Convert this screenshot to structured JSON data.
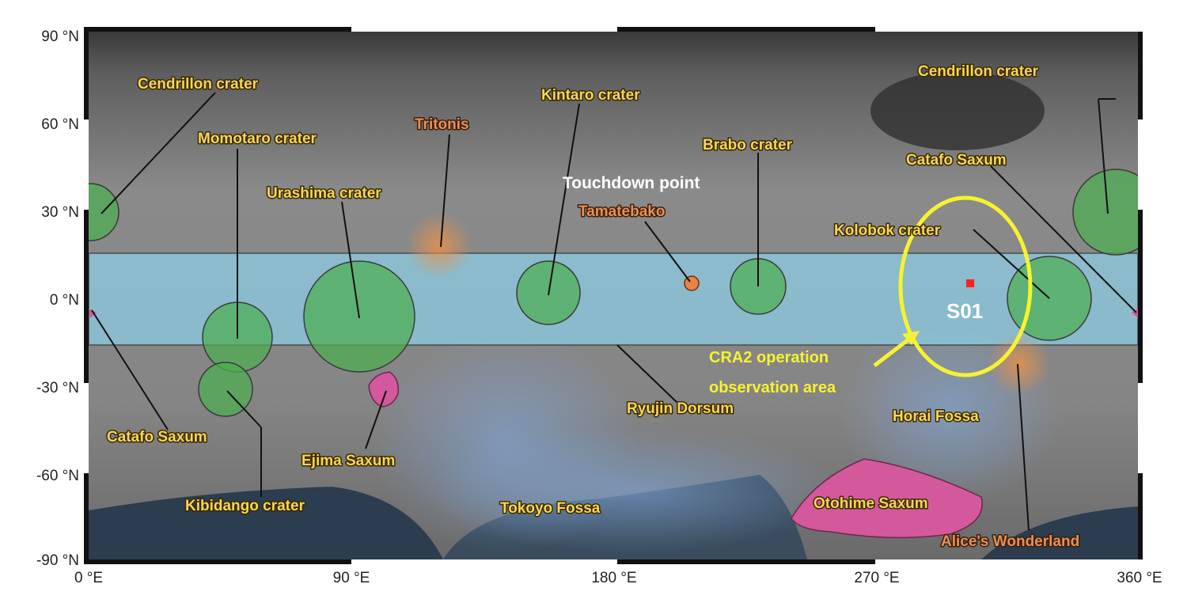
{
  "map": {
    "lat_ticks": [
      "90 °N",
      "60 °N",
      "30 °N",
      "0 °N",
      "-30 °N",
      "-60 °N",
      "-90 °N"
    ],
    "lon_ticks": [
      "0 °E",
      "90 °E",
      "180 °E",
      "270 °E",
      "360 °E"
    ],
    "colors": {
      "surface": "#7c7c7c",
      "equatorial_band": "#8ccfe6",
      "crater": "#4caf50",
      "saxum": "#d4589c",
      "site_orange": "#e8834a",
      "fossa_blue": "#7fa5d6",
      "label_yellow": "#f6d55c",
      "label_orange": "#e8905a",
      "highlight": "#f6f32e",
      "s01_marker": "#ff2020"
    },
    "labels": {
      "cendrillon_left": "Cendrillon crater",
      "cendrillon_right": "Cendrillon crater",
      "momotaro": "Momotaro crater",
      "tritonis": "Tritonis",
      "urashima": "Urashima crater",
      "kintaro": "Kintaro crater",
      "brabo": "Brabo crater",
      "catafo_right": "Catafo Saxum",
      "touchdown": "Touchdown point",
      "tamatebako": "Tamatebako",
      "kolobok": "Kolobok crater",
      "s01": "S01",
      "cra2_line1": "CRA2 operation",
      "cra2_line2": "observation area",
      "ryujin": "Ryujin Dorsum",
      "horai": "Horai Fossa",
      "catafo_left": "Catafo Saxum",
      "ejima": "Ejima Saxum",
      "kibidango": "Kibidango crater",
      "tokoyo": "Tokoyo Fossa",
      "otohime": "Otohime Saxum",
      "alices": "Alice's Wonderland"
    }
  }
}
